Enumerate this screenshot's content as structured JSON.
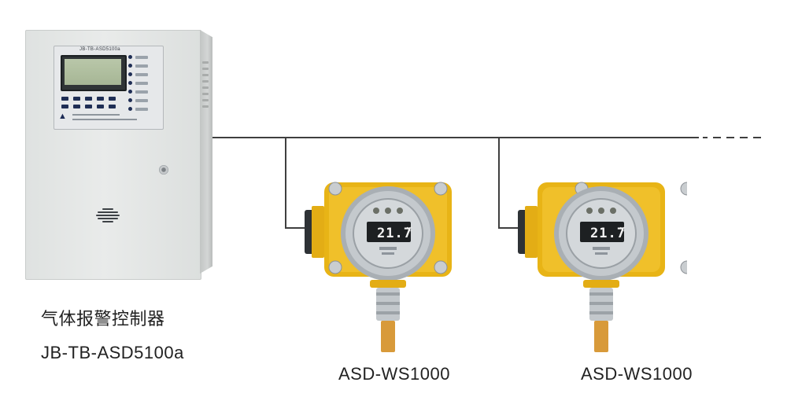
{
  "controller": {
    "panel_title": "JB-TB-ASD5100a",
    "caption_name": "气体报警控制器",
    "caption_model": "JB-TB-ASD5100a"
  },
  "detectors": [
    {
      "display": "21.7",
      "unit": "℃",
      "caption": "ASD-WS1000"
    },
    {
      "display": "21.7",
      "unit": "℃",
      "caption": "ASD-WS1000"
    }
  ],
  "colors": {
    "wire": "#3f3f3f",
    "detector_body": "#e8b416",
    "detector_cap": "#b9bfc4",
    "brass": "#d89a3a"
  },
  "icons": [
    "brand-logo-icon",
    "keyhole-icon",
    "buzzer-grille-icon",
    "screw-icon"
  ]
}
